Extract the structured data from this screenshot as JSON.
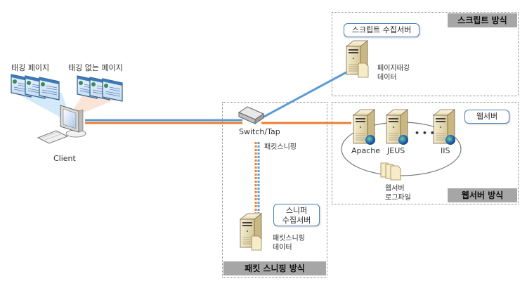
{
  "client": {
    "label": "Client",
    "tagged_pages_label": "태깅 페이지",
    "untagged_pages_label": "태깅 없는 페이지"
  },
  "script_method": {
    "title": "스크립트 방식",
    "server_label": "스크립트 수집서버",
    "data_label_line1": "페이지태깅",
    "data_label_line2": "데이터"
  },
  "webserver_method": {
    "title": "웹서버 방식",
    "group_label": "웹서버",
    "servers": [
      "Apache",
      "JEUS",
      "IIS"
    ],
    "ellipsis": "• • •",
    "log_label_line1": "웹서버",
    "log_label_line2": "로그파일"
  },
  "packet_method": {
    "title": "패킷 스니핑 방식",
    "switch_label": "Switch/Tap",
    "sniff_label": "패킷스니핑",
    "server_label_line1": "스니퍼",
    "server_label_line2": "수집서버",
    "data_label_line1": "패킷스니핑",
    "data_label_line2": "데이터"
  },
  "colors": {
    "blue_line": "#5b9bd5",
    "orange_line": "#ed7d31",
    "tag_bg": "#a6a6a6",
    "pill_border": "#4f81bd"
  }
}
